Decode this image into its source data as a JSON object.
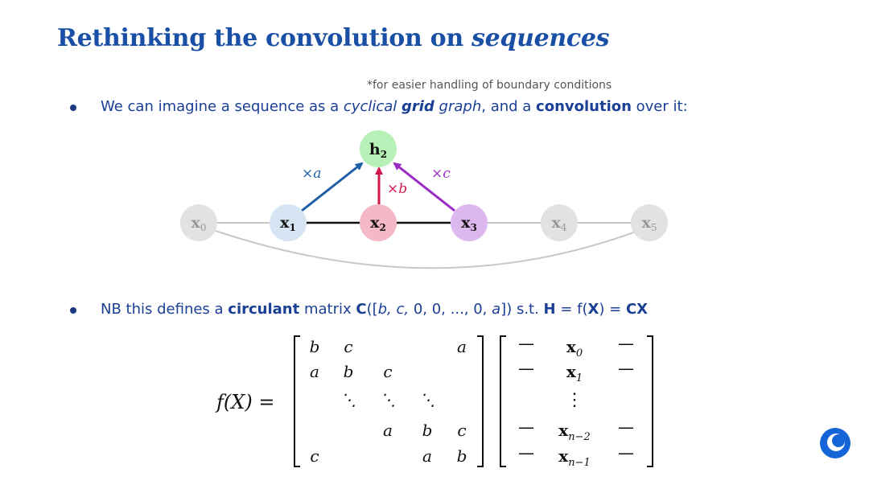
{
  "slide": {
    "title_main": "Rethinking the convolution on ",
    "title_em": "sequences",
    "footnote": "*for easier handling of boundary conditions"
  },
  "bullet1": {
    "p1": "We can imagine a sequence as a ",
    "p2": "cyclical ",
    "p3": "grid",
    "p4": " graph",
    "p5": ", and a ",
    "p6": "convolution",
    "p7": " over it:"
  },
  "graph": {
    "target": "h",
    "target_sub": "2",
    "nodes": [
      {
        "label": "x",
        "sub": "0"
      },
      {
        "label": "x",
        "sub": "1"
      },
      {
        "label": "x",
        "sub": "2"
      },
      {
        "label": "x",
        "sub": "3"
      },
      {
        "label": "x",
        "sub": "4"
      },
      {
        "label": "x",
        "sub": "5"
      }
    ],
    "weights": {
      "a": "×a",
      "b": "×b",
      "c": "×c"
    },
    "colors": {
      "x1": "#d6e4f3",
      "x2": "#f4b8c6",
      "x3": "#dcb8ee",
      "h2": "#b8f1b8",
      "gray": "#e2e2e2",
      "arrow_a": "#1f5fa8",
      "arrow_b": "#d4174c",
      "arrow_c": "#9a2cc4"
    }
  },
  "bullet2": {
    "p1": "NB this defines a ",
    "p2": "circulant",
    "p3": " matrix ",
    "p4": "C",
    "p5": "([",
    "p6": "b, c,",
    "p7": " 0, 0, ..., 0, ",
    "p8": "a",
    "p9": "]) s.t. ",
    "p10": "H",
    "p11": " = f(",
    "p12": "X",
    "p13": ") = ",
    "p14": "CX"
  },
  "equation": {
    "lhs": "f(X) =",
    "matrix": [
      [
        "b",
        "c",
        "",
        "",
        "a"
      ],
      [
        "a",
        "b",
        "c",
        "",
        ""
      ],
      [
        "",
        "⋱",
        "⋱",
        "⋱",
        ""
      ],
      [
        "",
        "",
        "a",
        "b",
        "c"
      ],
      [
        "c",
        "",
        "",
        "a",
        "b"
      ]
    ],
    "rows": [
      {
        "sym": "x",
        "sub": "0"
      },
      {
        "sym": "x",
        "sub": "1"
      },
      {
        "sym": "⋮",
        "sub": ""
      },
      {
        "sym": "x",
        "sub": "n−2"
      },
      {
        "sym": "x",
        "sub": "n−1"
      }
    ],
    "dash": "—"
  }
}
